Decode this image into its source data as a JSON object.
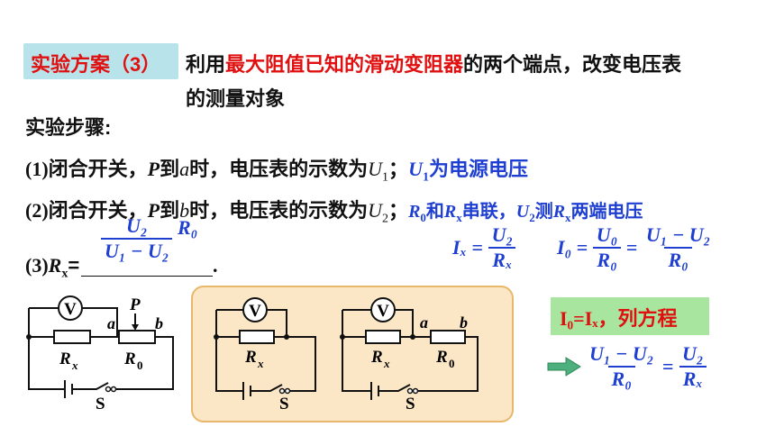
{
  "scheme": {
    "tag": "实验方案（3）",
    "line1_pre": "利用",
    "line1_red": "最大阻值已知的滑动变阻器",
    "line1_post": "的两个端点，改变电压表",
    "line2": "的测量对象"
  },
  "steps": {
    "heading": "实验步骤:",
    "step1": {
      "num": "(1)",
      "text_a": "闭合开关，",
      "P": "P",
      "text_b": "到",
      "pos": "a",
      "text_c": "时，电压表的示数为",
      "U": "U",
      "sub": "1",
      "sep": "；",
      "note_U": "U",
      "note_sub": "1",
      "note_text": "为电源电压"
    },
    "step2": {
      "num": "(2)",
      "text_a": "闭合开关，",
      "P": "P",
      "text_b": "到",
      "pos": "b",
      "text_c": "时，电压表的示数为",
      "U": "U",
      "sub": "2",
      "sep": "；",
      "note_R0": "R",
      "note_R0sub": "0",
      "note_and": "和",
      "note_Rx": "R",
      "note_Rxsub": "x",
      "note_series": "串联，",
      "note_U2": "U",
      "note_U2sub": "2",
      "note_meas": "测",
      "note_Rx2": "R",
      "note_Rx2sub": "x",
      "note_end": "两端电压"
    },
    "step3": {
      "num": "(3)",
      "R": "R",
      "sub": "x",
      "eq": "=",
      "end": "."
    }
  },
  "formulas": {
    "rx_num": "U₂",
    "rx_den": "U₁ − U₂",
    "rx_mult": "R₀",
    "ix_lhs": "Iₓ",
    "ix_num": "U₂",
    "ix_den": "Rₓ",
    "i0_lhs": "I₀",
    "i0_num1": "U₀",
    "i0_den1": "R₀",
    "i0_num2": "U₁ − U₂",
    "i0_den2": "R₀",
    "equal": "=",
    "eq_box": "I₀=Iₓ，列方程",
    "final_num1": "U₁ − U₂",
    "final_den1": "R₀",
    "final_num2": "U₂",
    "final_den2": "Rₓ"
  },
  "circuit": {
    "voltmeter": "V",
    "rx": "R",
    "rx_sub": "x",
    "r0": "R",
    "r0_sub": "0",
    "point_a": "a",
    "point_b": "b",
    "slider": "P",
    "switch": "S"
  },
  "colors": {
    "blue": "#1f3fd1",
    "red": "#e01010",
    "tag_bg": "#b9e3ea",
    "panel_bg": "#fbe7c6",
    "eq_bg": "#a8e6a0",
    "arrow": "#4caf7d"
  }
}
